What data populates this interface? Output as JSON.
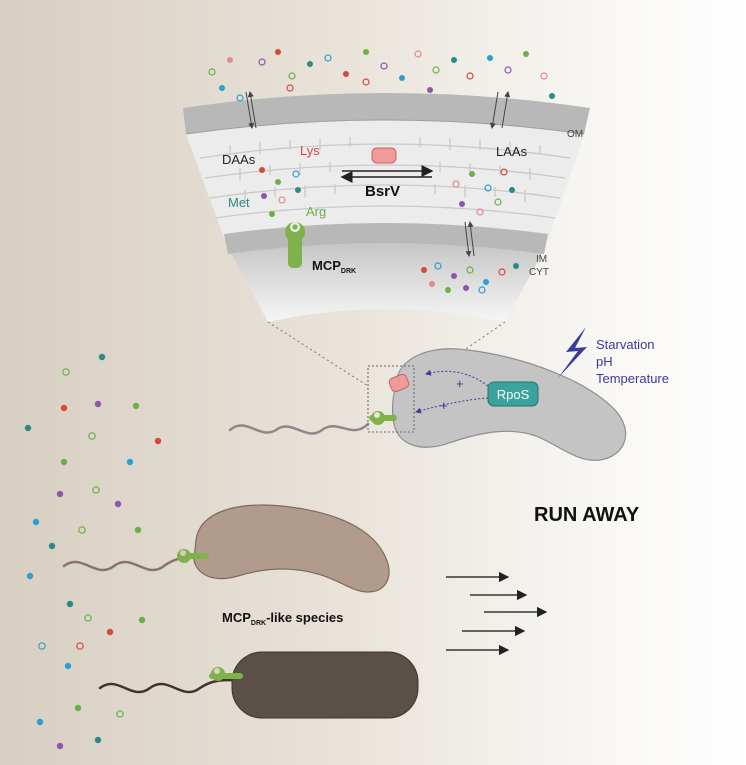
{
  "membrane": {
    "om_label": "OM",
    "im_label": "IM",
    "cyt_label": "CYT"
  },
  "periplasm": {
    "daas_label": "DAAs",
    "lys_label": "Lys",
    "met_label": "Met",
    "arg_label": "Arg",
    "laas_label": "LAAs",
    "enzyme_label": "BsrV"
  },
  "receptor": {
    "name_main": "MCP",
    "name_sub": "DRK"
  },
  "stress": {
    "items": [
      "Starvation",
      "pH",
      "Temperature"
    ],
    "regulator_label": "RpoS",
    "plus_sign": "+"
  },
  "response": {
    "title": "RUN AWAY"
  },
  "other_species": {
    "name_main": "MCP",
    "name_sub": "DRK",
    "name_suffix": "-like species"
  },
  "colors": {
    "membrane_gray": "#b8b8b8",
    "cell_gray": "#c4c4c4",
    "cell_brown": "#b09b8c",
    "cell_dark": "#5a5047",
    "receptor_green": "#7fb24a",
    "enzyme_pink": "#f09a9a",
    "rpos_teal": "#3aa39c",
    "stress_blue": "#3b3b9e",
    "lys_red": "#d24a3b",
    "met_teal": "#2a8a8a",
    "arg_green": "#6caf45"
  }
}
